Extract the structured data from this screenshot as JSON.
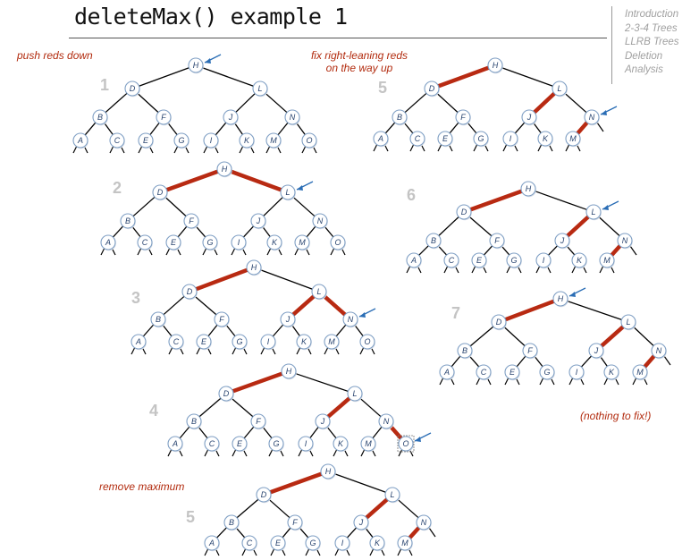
{
  "title": "deleteMax() example 1",
  "nav": [
    "Introduction",
    "2-3-4 Trees",
    "LLRB Trees",
    "Deletion",
    "Analysis"
  ],
  "notes": {
    "push": "push reds down",
    "fix": "fix right-leaning reds\non the way up",
    "remove": "remove maximum",
    "nothing": "(nothing to fix!)"
  },
  "steps": [
    {
      "label": "1",
      "nodes": [
        "H",
        "D",
        "L",
        "B",
        "F",
        "J",
        "N",
        "A",
        "C",
        "E",
        "G",
        "I",
        "K",
        "M",
        "O"
      ],
      "edges": [
        [
          "H",
          "D",
          "black"
        ],
        [
          "H",
          "L",
          "black"
        ],
        [
          "D",
          "B",
          "black"
        ],
        [
          "D",
          "F",
          "black"
        ],
        [
          "L",
          "J",
          "black"
        ],
        [
          "L",
          "N",
          "black"
        ],
        [
          "B",
          "A",
          "black"
        ],
        [
          "B",
          "C",
          "black"
        ],
        [
          "F",
          "E",
          "black"
        ],
        [
          "F",
          "G",
          "black"
        ],
        [
          "J",
          "I",
          "black"
        ],
        [
          "J",
          "K",
          "black"
        ],
        [
          "N",
          "M",
          "black"
        ],
        [
          "N",
          "O",
          "black"
        ]
      ],
      "pointer": "H"
    },
    {
      "label": "2",
      "nodes": [
        "H",
        "D",
        "L",
        "B",
        "F",
        "J",
        "N",
        "A",
        "C",
        "E",
        "G",
        "I",
        "K",
        "M",
        "O"
      ],
      "edges": [
        [
          "H",
          "D",
          "red"
        ],
        [
          "H",
          "L",
          "red"
        ],
        [
          "D",
          "B",
          "black"
        ],
        [
          "D",
          "F",
          "black"
        ],
        [
          "L",
          "J",
          "black"
        ],
        [
          "L",
          "N",
          "black"
        ],
        [
          "B",
          "A",
          "black"
        ],
        [
          "B",
          "C",
          "black"
        ],
        [
          "F",
          "E",
          "black"
        ],
        [
          "F",
          "G",
          "black"
        ],
        [
          "J",
          "I",
          "black"
        ],
        [
          "J",
          "K",
          "black"
        ],
        [
          "N",
          "M",
          "black"
        ],
        [
          "N",
          "O",
          "black"
        ]
      ],
      "pointer": "L"
    },
    {
      "label": "3",
      "nodes": [
        "H",
        "D",
        "L",
        "B",
        "F",
        "J",
        "N",
        "A",
        "C",
        "E",
        "G",
        "I",
        "K",
        "M",
        "O"
      ],
      "edges": [
        [
          "H",
          "D",
          "red"
        ],
        [
          "H",
          "L",
          "black"
        ],
        [
          "D",
          "B",
          "black"
        ],
        [
          "D",
          "F",
          "black"
        ],
        [
          "L",
          "J",
          "red"
        ],
        [
          "L",
          "N",
          "red"
        ],
        [
          "B",
          "A",
          "black"
        ],
        [
          "B",
          "C",
          "black"
        ],
        [
          "F",
          "E",
          "black"
        ],
        [
          "F",
          "G",
          "black"
        ],
        [
          "J",
          "I",
          "black"
        ],
        [
          "J",
          "K",
          "black"
        ],
        [
          "N",
          "M",
          "black"
        ],
        [
          "N",
          "O",
          "black"
        ]
      ],
      "pointer": "N"
    },
    {
      "label": "4",
      "nodes": [
        "H",
        "D",
        "L",
        "B",
        "F",
        "J",
        "N",
        "A",
        "C",
        "E",
        "G",
        "I",
        "K",
        "M",
        "O"
      ],
      "edges": [
        [
          "H",
          "D",
          "red"
        ],
        [
          "H",
          "L",
          "black"
        ],
        [
          "D",
          "B",
          "black"
        ],
        [
          "D",
          "F",
          "black"
        ],
        [
          "L",
          "J",
          "red"
        ],
        [
          "L",
          "N",
          "black"
        ],
        [
          "B",
          "A",
          "black"
        ],
        [
          "B",
          "C",
          "black"
        ],
        [
          "F",
          "E",
          "black"
        ],
        [
          "F",
          "G",
          "black"
        ],
        [
          "J",
          "I",
          "black"
        ],
        [
          "J",
          "K",
          "black"
        ],
        [
          "N",
          "M",
          "black"
        ],
        [
          "N",
          "O",
          "red"
        ]
      ],
      "pointer": "O"
    },
    {
      "label": "5",
      "nodes": [
        "H",
        "D",
        "L",
        "B",
        "F",
        "J",
        "N",
        "A",
        "C",
        "E",
        "G",
        "I",
        "K",
        "M"
      ],
      "edges": [
        [
          "H",
          "D",
          "red"
        ],
        [
          "H",
          "L",
          "black"
        ],
        [
          "D",
          "B",
          "black"
        ],
        [
          "D",
          "F",
          "black"
        ],
        [
          "L",
          "J",
          "red"
        ],
        [
          "L",
          "N",
          "black"
        ],
        [
          "B",
          "A",
          "black"
        ],
        [
          "B",
          "C",
          "black"
        ],
        [
          "F",
          "E",
          "black"
        ],
        [
          "F",
          "G",
          "black"
        ],
        [
          "J",
          "I",
          "black"
        ],
        [
          "J",
          "K",
          "black"
        ],
        [
          "N",
          "M",
          "red"
        ]
      ],
      "pointer": null
    },
    {
      "label": "5",
      "nodes": [
        "H",
        "D",
        "L",
        "B",
        "F",
        "J",
        "N",
        "A",
        "C",
        "E",
        "G",
        "I",
        "K",
        "M"
      ],
      "edges": [
        [
          "H",
          "D",
          "red"
        ],
        [
          "H",
          "L",
          "black"
        ],
        [
          "D",
          "B",
          "black"
        ],
        [
          "D",
          "F",
          "black"
        ],
        [
          "L",
          "J",
          "red"
        ],
        [
          "L",
          "N",
          "black"
        ],
        [
          "B",
          "A",
          "black"
        ],
        [
          "B",
          "C",
          "black"
        ],
        [
          "F",
          "E",
          "black"
        ],
        [
          "F",
          "G",
          "black"
        ],
        [
          "J",
          "I",
          "black"
        ],
        [
          "J",
          "K",
          "black"
        ],
        [
          "N",
          "M",
          "red"
        ]
      ],
      "pointer": "N"
    },
    {
      "label": "6",
      "nodes": [
        "H",
        "D",
        "L",
        "B",
        "F",
        "J",
        "N",
        "A",
        "C",
        "E",
        "G",
        "I",
        "K",
        "M"
      ],
      "edges": [
        [
          "H",
          "D",
          "red"
        ],
        [
          "H",
          "L",
          "black"
        ],
        [
          "D",
          "B",
          "black"
        ],
        [
          "D",
          "F",
          "black"
        ],
        [
          "L",
          "J",
          "red"
        ],
        [
          "L",
          "N",
          "black"
        ],
        [
          "B",
          "A",
          "black"
        ],
        [
          "B",
          "C",
          "black"
        ],
        [
          "F",
          "E",
          "black"
        ],
        [
          "F",
          "G",
          "black"
        ],
        [
          "J",
          "I",
          "black"
        ],
        [
          "J",
          "K",
          "black"
        ],
        [
          "N",
          "M",
          "red"
        ]
      ],
      "pointer": "L"
    },
    {
      "label": "7",
      "nodes": [
        "H",
        "D",
        "L",
        "B",
        "F",
        "J",
        "N",
        "A",
        "C",
        "E",
        "G",
        "I",
        "K",
        "M"
      ],
      "edges": [
        [
          "H",
          "D",
          "red"
        ],
        [
          "H",
          "L",
          "black"
        ],
        [
          "D",
          "B",
          "black"
        ],
        [
          "D",
          "F",
          "black"
        ],
        [
          "L",
          "J",
          "red"
        ],
        [
          "L",
          "N",
          "black"
        ],
        [
          "B",
          "A",
          "black"
        ],
        [
          "B",
          "C",
          "black"
        ],
        [
          "F",
          "E",
          "black"
        ],
        [
          "F",
          "G",
          "black"
        ],
        [
          "J",
          "I",
          "black"
        ],
        [
          "J",
          "K",
          "black"
        ],
        [
          "N",
          "M",
          "red"
        ]
      ],
      "pointer": "H"
    }
  ],
  "colors": {
    "red_link": "#b82a12",
    "black_link": "#000000",
    "node_fill": "#ffffff",
    "node_stroke": "#7f9fc4",
    "node_text": "#2a4570",
    "pointer_arrow": "#2a6db5",
    "step_number": "#c4c4c4",
    "note_text": "#b22b0e",
    "nav_text": "#a0a0a0"
  }
}
